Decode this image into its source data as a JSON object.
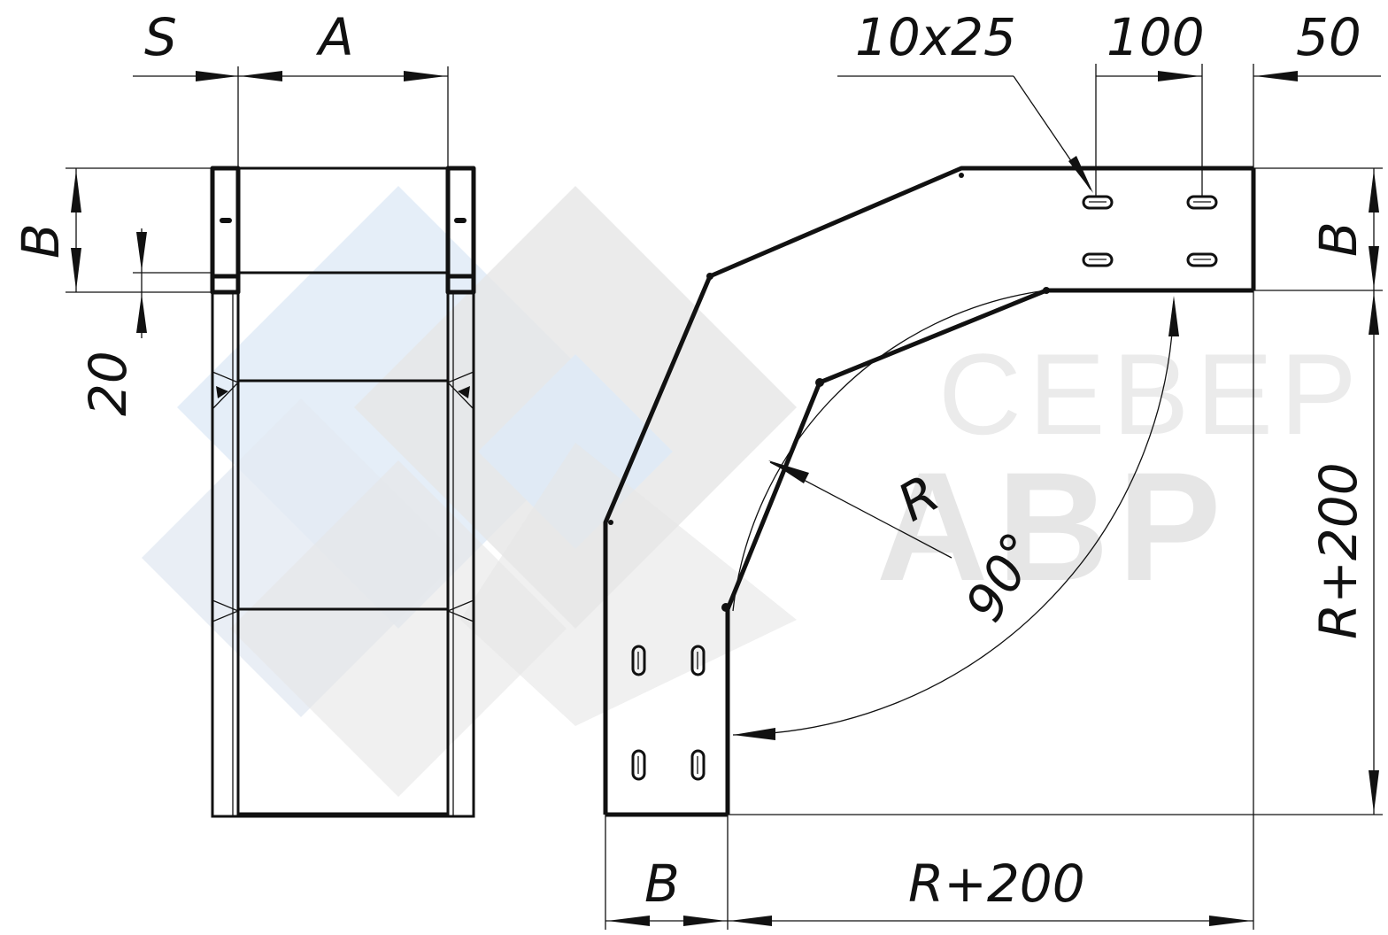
{
  "labels": {
    "s": "S",
    "a": "A",
    "b_left": "B",
    "twenty": "20",
    "slot": "10x25",
    "hundred": "100",
    "fifty": "50",
    "b_right": "B",
    "r_plus_200_vertical": "R+200",
    "r": "R",
    "angle": "90°",
    "b_bottom": "B",
    "r_plus_200_horizontal": "R+200"
  },
  "watermark": {
    "line1": "СЕВЕР",
    "line2": "АВР"
  },
  "colors": {
    "line": "#111111",
    "watermark_blue": "#dfeaf6",
    "watermark_grey": "#e6e6e6"
  }
}
